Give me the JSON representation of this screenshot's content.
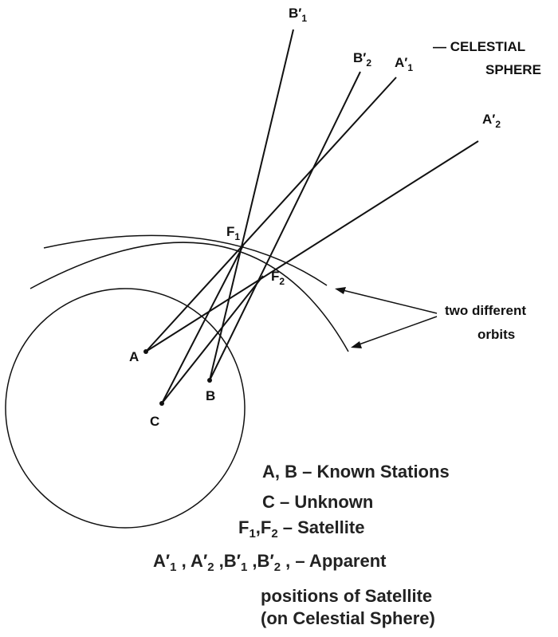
{
  "labels": {
    "b1": {
      "main": "B",
      "prime": "′",
      "sub": "1"
    },
    "b2": {
      "main": "B",
      "prime": "′",
      "sub": "2"
    },
    "a1": {
      "main": "A",
      "prime": "′",
      "sub": "1"
    },
    "a2": {
      "main": "A",
      "prime": "′",
      "sub": "2"
    },
    "f1": {
      "main": "F",
      "sub": "1"
    },
    "f2": {
      "main": "F",
      "sub": "2"
    },
    "a": "A",
    "b": "B",
    "c": "C"
  },
  "celestial_sphere": {
    "line1": "— CELESTIAL",
    "line2": "SPHERE"
  },
  "orbits_note": {
    "line1": "two different",
    "line2": "orbits"
  },
  "legend": {
    "line1": "A, B – Known Stations",
    "line2": "C – Unknown",
    "line3": {
      "f": "F",
      "s1": "1",
      "comma": ",",
      "f2": "F",
      "s2": "2",
      "rest": "– Satellite"
    },
    "line4": {
      "a": "A",
      "p": "′",
      "s1": "1",
      "sep1": " , ",
      "a2": "A",
      "s2": "2",
      "sep2": " ,",
      "b": "B",
      "s3": "1",
      "sep3": " ,",
      "b2": "B",
      "s4": "2",
      "rest": " , – Apparent"
    },
    "line5": "positions of Satellite",
    "line6": "(on Celestial Sphere)"
  }
}
